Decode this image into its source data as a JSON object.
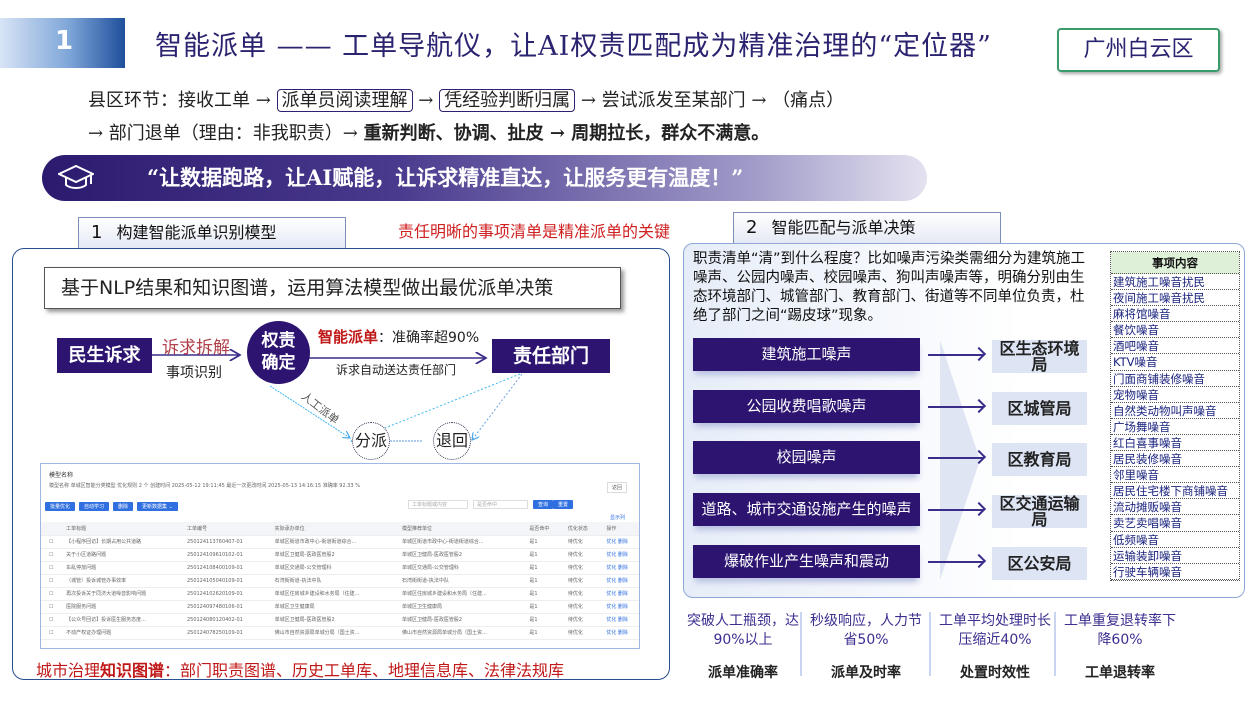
{
  "header": {
    "number": "1",
    "title": "智能派单 —— 工单导航仪，让AI权责匹配成为精准治理的“定位器”",
    "region": "广州白云区"
  },
  "flow": {
    "line1": [
      "县区环节：接收工单 →",
      "派单员阅读理解",
      "→",
      "凭经验判断归属",
      "→ 尝试派发至某部门 → （痛点）"
    ],
    "line2_a": "→ 部门退单（理由：非我职责）→ ",
    "line2_b": "重新判断、协调、扯皮 → 周期拉长，群众不满意。"
  },
  "banner": {
    "icon": "graduation-cap-icon",
    "text": "“让数据跑路，让AI赋能，让诉求精准直达，让服务更有温度！”"
  },
  "left": {
    "tab_num": "1",
    "tab_label": "构建智能派单识别模型",
    "key_note": "责任明晰的事项清单是精准派单的关键",
    "nlp": "基于NLP结果和知识图谱，运用算法模型做出最优派单决策",
    "diagram": {
      "source": "民生诉求",
      "split": "诉求拆解",
      "identify": "事项识别",
      "center_1": "权责",
      "center_2": "确定",
      "smart": "智能派单",
      "smart_rate": "：准确率超90%",
      "auto": "诉求自动送达责任部门",
      "dept": "责任部门",
      "manual": "人工派单",
      "dispatch": "分派",
      "return": "退回"
    },
    "screenshot": {
      "title": "模型名称",
      "meta": "模型名称 单城区智能分类模型  优化规则 2 个  创建时间 2025-05-12 19:11:45  最近一次更改时间 2025-05-13 14:16:15  准确率 92.33 %",
      "back": "返回",
      "buttons": [
        "批量优化",
        "自动学习",
        "删除",
        "更新数据集 ⌄"
      ],
      "search_placeholder": "工单标题或内容",
      "select_placeholder": "是否命中",
      "query": "查询",
      "reset": "重置",
      "columns_btn": "显示列",
      "columns": [
        "",
        "工单标题",
        "工单编号",
        "实际承办单位",
        "模型推荐单位",
        "是否命中",
        "优化状态",
        "操作"
      ],
      "rows": [
        [
          "【小程序回访】长期占用公共道路",
          "250124113760407-01",
          "单城区街道市政中心-街道街道综合...",
          "单城区街道市政中心-街道街道综合...",
          "是1",
          "待优化",
          "优化  删除"
        ],
        [
          "关于小区道路问题",
          "250124109610102-01",
          "单城区卫健局-医政医管股2",
          "单城区卫健局-医政医管股2",
          "是1",
          "待优化",
          "优化  删除"
        ],
        [
          "车乱停放问题",
          "250124108400109-01",
          "单城区交通局-公交管理科",
          "单城区交通局-公交管理科",
          "是1",
          "待优化",
          "优化  删除"
        ],
        [
          "（城管）投诉城管办事效率",
          "250124105040109-01",
          "石湾街街道-执法中队",
          "石湾街街道-执法中队",
          "是1",
          "待优化",
          "优化  删除"
        ],
        [
          "再次投诉关于同济大道噪音影响问题",
          "250124102620109-01",
          "单城区住房城乡建设和水务局（住建...",
          "单城区住房城乡建设和水务局（住建...",
          "是1",
          "待优化",
          "优化  删除"
        ],
        [
          "医院服务问题",
          "250124097480106-01",
          "单城区卫生健康局",
          "单城区卫生健康局",
          "是1",
          "待优化",
          "优化  删除"
        ],
        [
          "【公众号回访】投诉医生服务态度...",
          "250124080120402-01",
          "单城区卫健局-医政医管股2",
          "单城区卫健局-医政医管股2",
          "是1",
          "待优化",
          "优化  删除"
        ],
        [
          "不动产权证办理问题",
          "250124078250109-01",
          "佛山市自然资源局单城分局（国土资...",
          "佛山市自然资源局单城分局（国土资...",
          "是1",
          "待优化",
          "优化  删除"
        ]
      ]
    },
    "footer_label": "城市治理",
    "footer_kg": "知识图谱",
    "footer_rest": "：部门职责图谱、历史工单库、地理信息库、法律法规库"
  },
  "right": {
    "tab_num": "2",
    "tab_label": "智能匹配与派单决策",
    "paragraph": "职责清单“清”到什么程度？比如噪声污染类需细分为建筑施工噪声、公园内噪声、校园噪声、狗叫声噪声等，明确分别由生态环境部门、城管部门、教育部门、街道等不同单位负责，杜绝了部门之间“踢皮球”现象。",
    "mappings": [
      {
        "category": "建筑施工噪声",
        "dept": "区生态环境局"
      },
      {
        "category": "公园收费唱歌噪声",
        "dept": "区城管局"
      },
      {
        "category": "校园噪声",
        "dept": "区教育局"
      },
      {
        "category": "道路、城市交通设施产生的噪声",
        "dept": "区交通运输局"
      },
      {
        "category": "爆破作业产生噪声和震动",
        "dept": "区公安局"
      }
    ],
    "items_header": "事项内容",
    "items": [
      "建筑施工噪音扰民",
      "夜间施工噪音扰民",
      "麻将馆噪音",
      "餐饮噪音",
      "酒吧噪音",
      "KTV噪音",
      "门面商铺装修噪音",
      "宠物噪音",
      "自然类动物叫声噪音",
      "广场舞噪音",
      "红白喜事噪音",
      "居民装修噪音",
      "邻里噪音",
      "居民住宅楼下商铺噪音",
      "流动摊贩噪音",
      "卖艺卖唱噪音",
      "低频噪音",
      "运输装卸噪音",
      "行驶车辆噪音"
    ]
  },
  "stats": [
    {
      "value": "突破人工瓶颈，达90%以上",
      "label": "派单准确率"
    },
    {
      "value": "秒级响应，人力节省50%",
      "label": "派单及时率"
    },
    {
      "value": "工单平均处理时长压缩近40%",
      "label": "处置时效性"
    },
    {
      "value": "工单重复退转率下降60%",
      "label": "工单退转率"
    }
  ],
  "colors": {
    "primary": "#2c1470",
    "accent_red": "#c01818",
    "badge_border": "#3b9a6b"
  }
}
